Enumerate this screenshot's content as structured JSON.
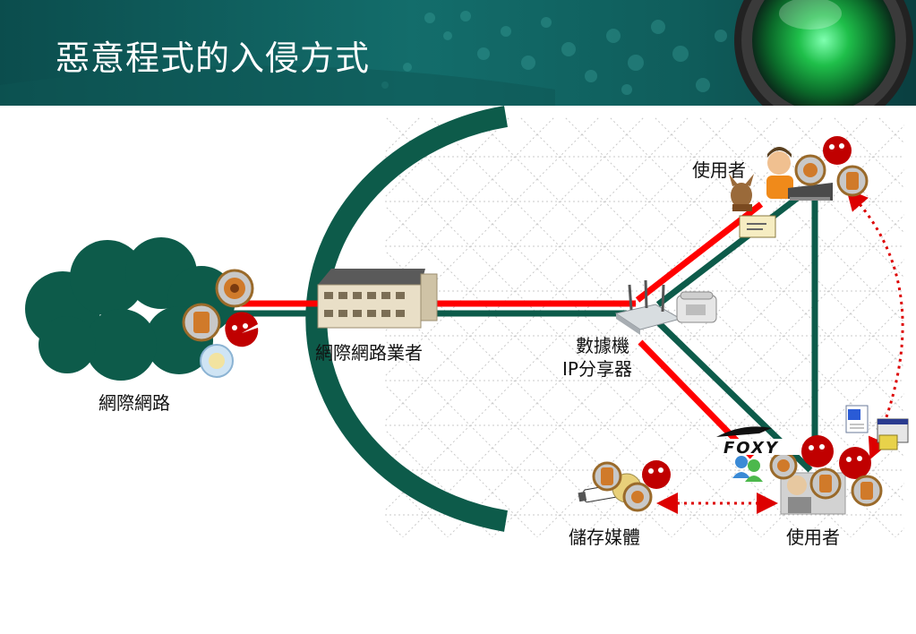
{
  "slide": {
    "title": "惡意程式的入侵方式"
  },
  "labels": {
    "internet": "網際網路",
    "isp": "網際網路業者",
    "router_line1": "數據機",
    "router_line2": "IP分享器",
    "user_top": "使用者",
    "user_bottom": "使用者",
    "storage": "儲存媒體",
    "foxy": "FOXY"
  },
  "colors": {
    "banner_teal": "#0f5e5a",
    "arc_green": "#0d5b4a",
    "attack_red": "#ff0000",
    "dotted_red": "#dd0000"
  },
  "icons": [
    "cloud-icon",
    "virus-icon",
    "pacman-virus-icon",
    "building-icon",
    "router-icon",
    "telephone-icon",
    "user-computer-icon",
    "email-icon",
    "document-icon",
    "window-icon",
    "usb-drive-icon",
    "foxy-logo-icon",
    "traffic-light-lens-icon"
  ]
}
